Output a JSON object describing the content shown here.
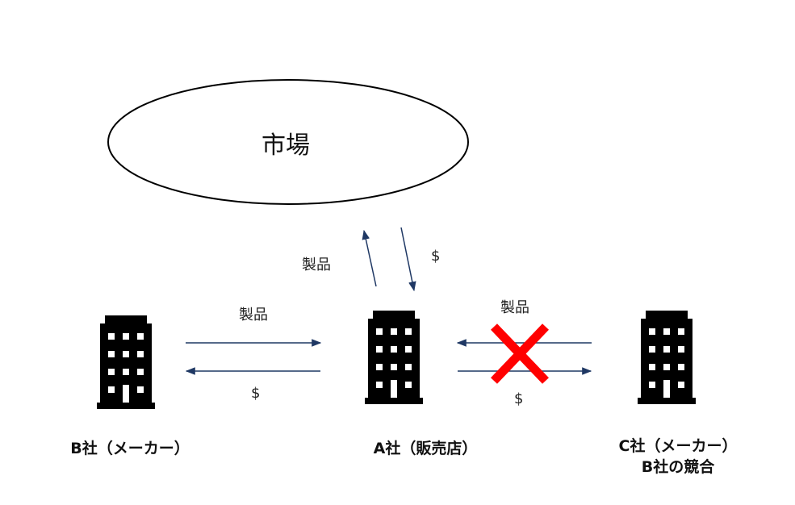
{
  "market": {
    "label": "市場"
  },
  "flows": {
    "a_market_product": "製品",
    "a_market_money": "$",
    "b_a_product": "製品",
    "b_a_money": "$",
    "c_a_product": "製品",
    "c_a_money": "$"
  },
  "companies": {
    "b": {
      "label": "B社（メーカー）"
    },
    "a": {
      "label": "A社（販売店）"
    },
    "c": {
      "label": "C社（メーカー）",
      "sublabel": "B社の競合"
    }
  },
  "icons": {
    "building": "building-icon",
    "blocked": "cross-mark-icon"
  },
  "colors": {
    "arrow": "#1f3864",
    "building": "#000000",
    "cross": "#ff0000",
    "outline": "#000000"
  }
}
